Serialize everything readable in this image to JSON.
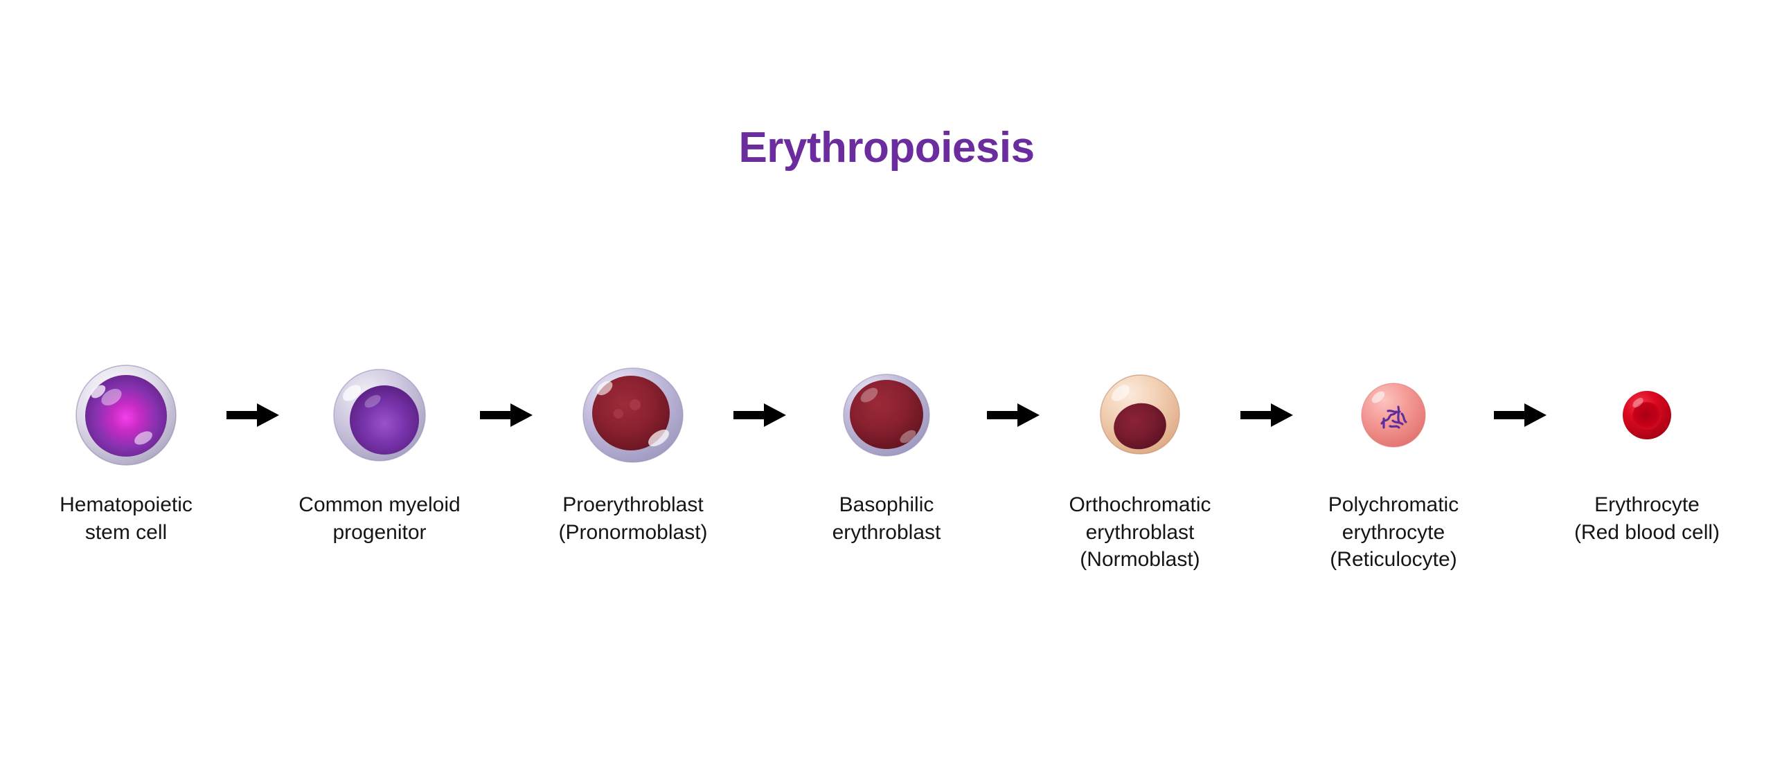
{
  "title": "Erythropoiesis",
  "colors": {
    "title": "#6B2D9E",
    "label": "#151515",
    "arrow": "#000000",
    "background": "#ffffff",
    "stem_cytoplasm": "#d8d4e4",
    "stem_nucleus": "#7B2FA8",
    "stem_nucleus_core": "#E020D8",
    "progenitor_cytoplasm": "#c4bcd9",
    "progenitor_nucleus": "#7030A8",
    "proerythroblast_cytoplasm": "#b4aed6",
    "proerythroblast_nucleus": "#8E2230",
    "basophilic_cytoplasm": "#b3aed6",
    "basophilic_nucleus": "#8E2230",
    "orthochromatic_cytoplasm": "#F0CBAF",
    "orthochromatic_nucleus": "#7E1F33",
    "reticulocyte_cytoplasm": "#F59A9A",
    "reticulocyte_reticulum": "#5B2D9E",
    "erythrocyte": "#D8051A",
    "erythrocyte_center": "#B00014"
  },
  "arrow": {
    "name": "right-arrow"
  },
  "stages": [
    {
      "id": "hematopoietic-stem-cell",
      "label": "Hematopoietic\nstem cell",
      "cell_icon": "hematopoietic-stem-cell-icon",
      "size": 80
    },
    {
      "id": "common-myeloid-progenitor",
      "label": "Common myeloid\nprogenitor",
      "cell_icon": "common-myeloid-progenitor-icon",
      "size": 70
    },
    {
      "id": "proerythroblast",
      "label": "Proerythroblast\n(Pronormoblast)",
      "cell_icon": "proerythroblast-icon",
      "size": 78
    },
    {
      "id": "basophilic-erythroblast",
      "label": "Basophilic\nerythroblast",
      "cell_icon": "basophilic-erythroblast-icon",
      "size": 66
    },
    {
      "id": "orthochromatic-erythroblast",
      "label": "Orthochromatic\nerythroblast\n(Normoblast)",
      "cell_icon": "orthochromatic-erythroblast-icon",
      "size": 60
    },
    {
      "id": "polychromatic-erythrocyte",
      "label": "Polychromatic\nerythrocyte\n(Reticulocyte)",
      "cell_icon": "polychromatic-erythrocyte-icon",
      "size": 50
    },
    {
      "id": "erythrocyte",
      "label": "Erythrocyte\n(Red blood cell)",
      "cell_icon": "erythrocyte-icon",
      "size": 36
    }
  ]
}
